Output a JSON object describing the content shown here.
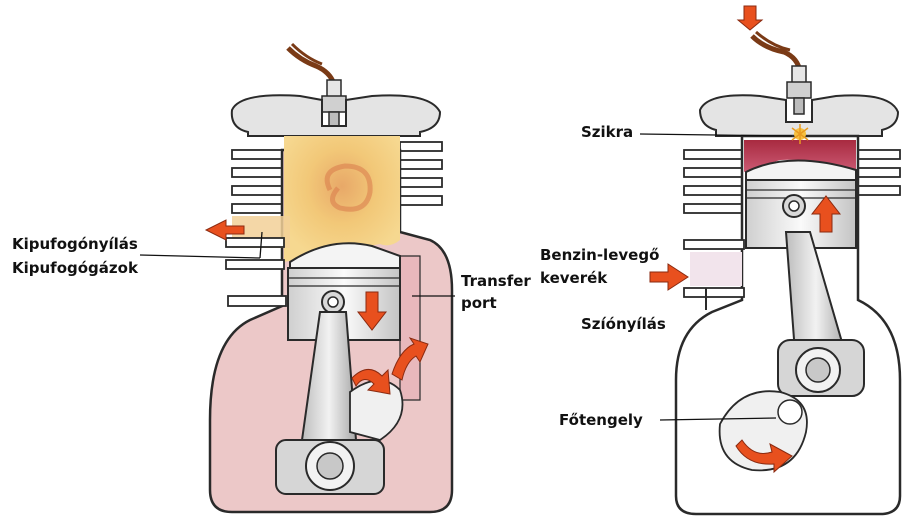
{
  "labels": {
    "exhaust_port": "Kipufogónyílás",
    "exhaust_gases": "Kipufogógázok",
    "transfer_line1": "Transfer",
    "transfer_line2": "port",
    "spark": "Szikra",
    "fuel_air_line1": "Benzin-levegő",
    "fuel_air_line2": "keverék",
    "intake_port": "Szíónyílás",
    "crankshaft": "Főtengely"
  },
  "colors": {
    "arrow": "#e8501e",
    "combustion": "#f0c060",
    "crankcase_pink": "#ecc8c8",
    "compressed_charge": "#b8324a",
    "metal_light": "#e4e4e4",
    "metal_dark": "#9a9a9a",
    "outline": "#2a2a2a",
    "wire": "#7a3a16"
  },
  "icons": [
    "down-arrow-icon",
    "up-arrow-icon",
    "left-arrow-icon",
    "right-arrow-icon",
    "curved-arrow-icon"
  ]
}
